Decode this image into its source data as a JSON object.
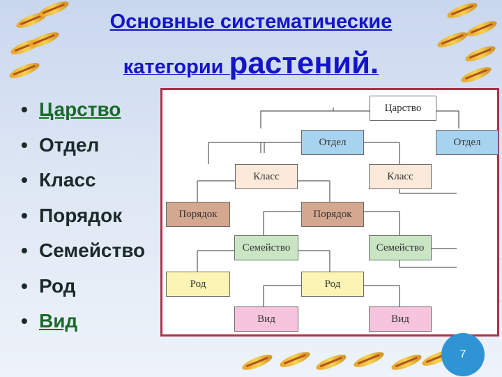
{
  "slide": {
    "title_line1": "Основные систематические",
    "title_line2_small": "категории ",
    "title_line2_big": "растений.",
    "page_number": "7"
  },
  "bullets": [
    {
      "label": "Царство",
      "link": true
    },
    {
      "label": "Отдел",
      "link": false
    },
    {
      "label": "Класс",
      "link": false
    },
    {
      "label": "Порядок",
      "link": false
    },
    {
      "label": "Семейство",
      "link": false
    },
    {
      "label": "Род",
      "link": false
    },
    {
      "label": "Вид",
      "link": true
    }
  ],
  "diagram": {
    "nodes": {
      "kingdom": "Царство",
      "division_1": "Отдел",
      "division_2": "Отдел",
      "class_1": "Класс",
      "class_2": "Класс",
      "order_1": "Порядок",
      "order_2": "Порядок",
      "family_1": "Семейство",
      "family_2": "Семейство",
      "genus_1": "Род",
      "genus_2": "Род",
      "species_1": "Вид",
      "species_2": "Вид"
    },
    "colors": {
      "kingdom": "#ffffff",
      "division": "#a7d3ee",
      "class": "#fbe9d9",
      "order": "#d4a890",
      "family": "#c9e5c3",
      "genus": "#fbf4b4",
      "species": "#f6c4dc",
      "frame": "#b0304a"
    }
  },
  "decoration": {
    "icon": "wheat-ear-icon"
  }
}
